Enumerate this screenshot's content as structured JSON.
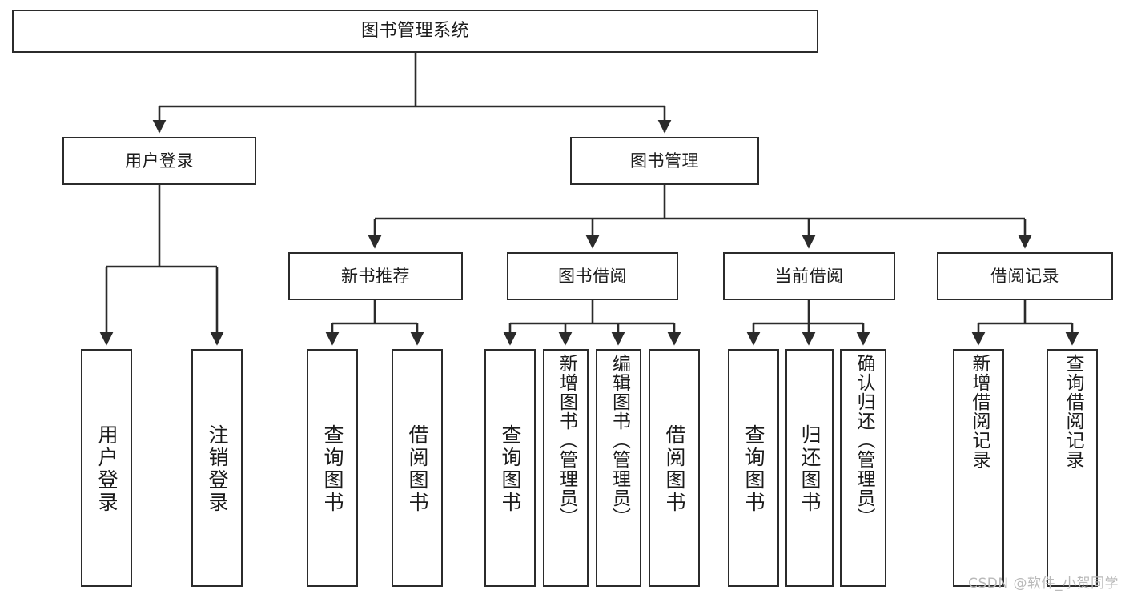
{
  "diagram": {
    "title": "图书管理系统",
    "type": "tree-hierarchy-chart",
    "stroke_color": "#2b2b2b",
    "fill_color": "#ffffff",
    "text_color": "#1b1b1b"
  },
  "watermark": {
    "text": "CSDN @软件_小贺同学",
    "color": "#b9b9b9"
  },
  "nodes": {
    "root": {
      "label": "图书管理系统"
    },
    "level1": [
      {
        "label": "用户登录"
      },
      {
        "label": "图书管理"
      }
    ],
    "level2": [
      {
        "label": "新书推荐"
      },
      {
        "label": "图书借阅"
      },
      {
        "label": "当前借阅"
      },
      {
        "label": "借阅记录"
      }
    ],
    "leaves": {
      "user_login": [
        {
          "label": "用户登录"
        },
        {
          "label": "注销登录"
        }
      ],
      "new_book_recommend": [
        {
          "label": "查询图书"
        },
        {
          "label": "借阅图书"
        }
      ],
      "book_borrow": [
        {
          "label": "查询图书"
        },
        {
          "label": "新增图书（管理员）"
        },
        {
          "label": "编辑图书（管理员）"
        },
        {
          "label": "借阅图书"
        }
      ],
      "current_borrow": [
        {
          "label": "查询图书"
        },
        {
          "label": "归还图书"
        },
        {
          "label": "确认归还（管理员）"
        }
      ],
      "borrow_record": [
        {
          "label": "新增借阅记录"
        },
        {
          "label": "查询借阅记录"
        }
      ]
    }
  }
}
